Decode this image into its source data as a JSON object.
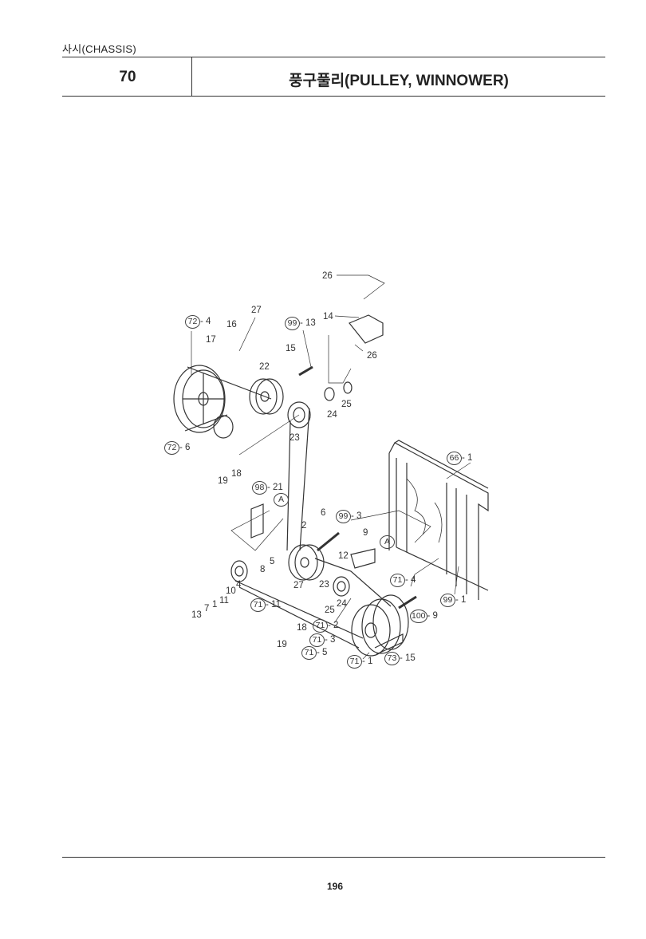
{
  "header": {
    "section": "사시(CHASSIS)",
    "chapter_number": "70",
    "title": "풍구풀리(PULLEY, WINNOWER)"
  },
  "diagram": {
    "callouts": [
      {
        "ref": "",
        "num": "26"
      },
      {
        "ref": "",
        "num": "27"
      },
      {
        "ref": "72",
        "num": "- 4"
      },
      {
        "ref": "",
        "num": "16"
      },
      {
        "ref": "99",
        "num": "- 13"
      },
      {
        "ref": "",
        "num": "14"
      },
      {
        "ref": "",
        "num": "17"
      },
      {
        "ref": "",
        "num": "15"
      },
      {
        "ref": "",
        "num": "26"
      },
      {
        "ref": "",
        "num": "22"
      },
      {
        "ref": "",
        "num": "25"
      },
      {
        "ref": "",
        "num": "24"
      },
      {
        "ref": "",
        "num": "23"
      },
      {
        "ref": "72",
        "num": "- 6"
      },
      {
        "ref": "",
        "num": "18"
      },
      {
        "ref": "",
        "num": "19"
      },
      {
        "ref": "98",
        "num": "- 21"
      },
      {
        "ref": "A",
        "num": ""
      },
      {
        "ref": "66",
        "num": "- 1"
      },
      {
        "ref": "",
        "num": "6"
      },
      {
        "ref": "99",
        "num": "- 3"
      },
      {
        "ref": "",
        "num": "2"
      },
      {
        "ref": "",
        "num": "9"
      },
      {
        "ref": "A",
        "num": ""
      },
      {
        "ref": "",
        "num": "5"
      },
      {
        "ref": "",
        "num": "12"
      },
      {
        "ref": "",
        "num": "8"
      },
      {
        "ref": "",
        "num": "27"
      },
      {
        "ref": "",
        "num": "23"
      },
      {
        "ref": "",
        "num": "4"
      },
      {
        "ref": "",
        "num": "10"
      },
      {
        "ref": "71",
        "num": "- 4"
      },
      {
        "ref": "",
        "num": "13"
      },
      {
        "ref": "",
        "num": "7"
      },
      {
        "ref": "",
        "num": "1"
      },
      {
        "ref": "",
        "num": "11"
      },
      {
        "ref": "71",
        "num": "- 11"
      },
      {
        "ref": "99",
        "num": "- 1"
      },
      {
        "ref": "",
        "num": "25"
      },
      {
        "ref": "",
        "num": "24"
      },
      {
        "ref": "100",
        "num": "- 9"
      },
      {
        "ref": "",
        "num": "18"
      },
      {
        "ref": "71",
        "num": "- 2"
      },
      {
        "ref": "",
        "num": "19"
      },
      {
        "ref": "71",
        "num": "- 3"
      },
      {
        "ref": "71",
        "num": "- 5"
      },
      {
        "ref": "73",
        "num": "- 15"
      },
      {
        "ref": "71",
        "num": "- 1"
      }
    ]
  },
  "footer": {
    "page_number": "196"
  }
}
